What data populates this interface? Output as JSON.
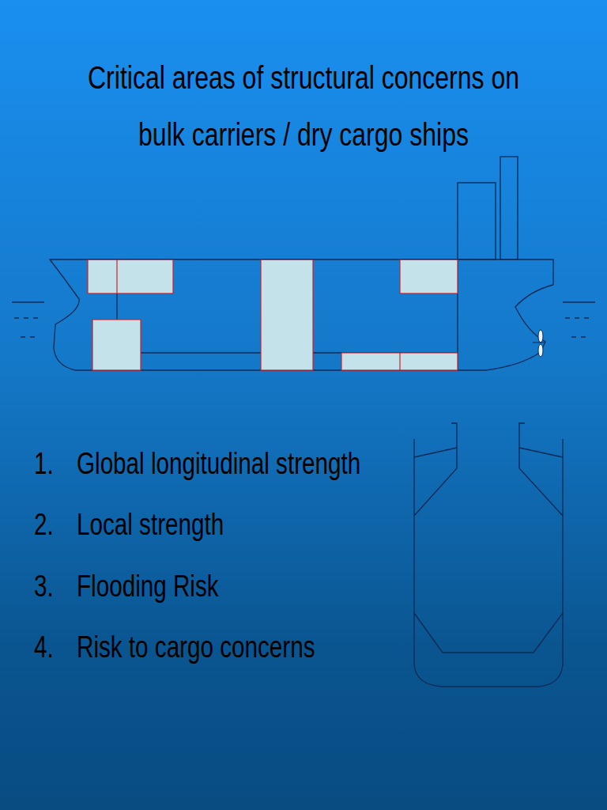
{
  "diagram": {
    "title": "Critical areas of structural concerns on bulk carriers / dry cargo ships",
    "labels": [
      "1.",
      "Global longitudinal strength",
      "2.",
      "Local strength",
      "3.",
      "Flooding Risk",
      "4.",
      "Risk to cargo concerns"
    ]
  }
}
